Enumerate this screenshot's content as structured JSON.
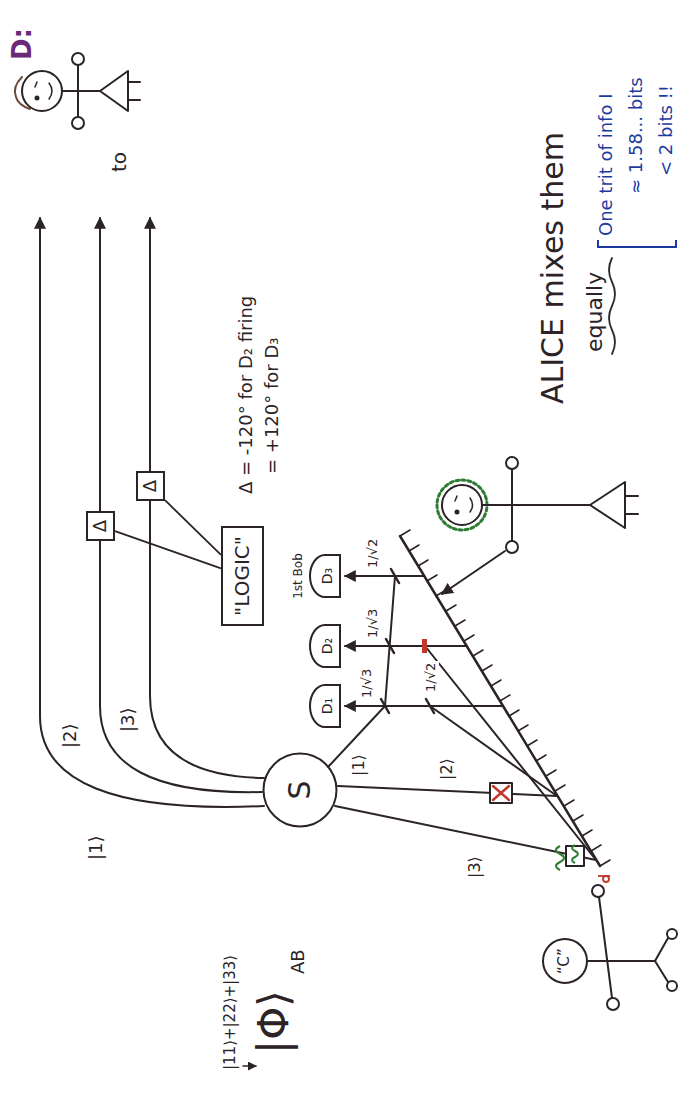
{
  "diagram": {
    "nodes": [
      {
        "text": [
          "S"
        ]
      },
      {
        "text": [
          "Δ"
        ]
      },
      {
        "text": [
          "Δ"
        ]
      },
      {
        "text": [
          "\"LOGIC\""
        ]
      },
      {
        "text": [
          "D₁"
        ]
      },
      {
        "text": [
          "D₂"
        ]
      },
      {
        "text": [
          "1st Bob",
          "D₃"
        ]
      }
    ],
    "edges": [
      {
        "from": 3,
        "to": 1,
        "arrow": "none"
      },
      {
        "from": 3,
        "to": 2,
        "arrow": "none"
      }
    ],
    "labels": [
      "|11⟩+|22⟩+|33⟩",
      "|Φ⟩",
      "AB",
      "|1⟩",
      "|2⟩",
      "|3⟩",
      "|1⟩",
      "|2⟩",
      "|3⟩",
      "Δ = -120° for D₂ firing",
      "= +120° for D₃",
      "1/√3",
      "1/√2",
      "1/√3",
      "1/√2",
      "to",
      "D:",
      "“C”",
      "ALICE mixes them",
      "equally",
      "One trit of info I",
      "≈ 1.58... bits",
      "< 2 bits !!"
    ]
  }
}
